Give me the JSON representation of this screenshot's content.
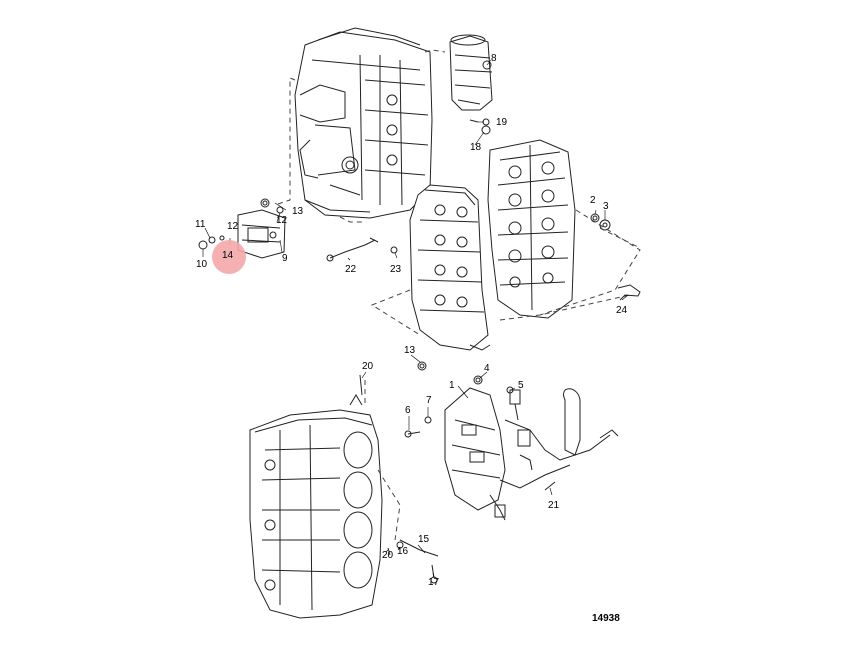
{
  "callouts": [
    {
      "id": "1",
      "label": "1"
    },
    {
      "id": "2",
      "label": "2"
    },
    {
      "id": "3",
      "label": "3"
    },
    {
      "id": "4",
      "label": "4"
    },
    {
      "id": "5",
      "label": "5"
    },
    {
      "id": "6",
      "label": "6"
    },
    {
      "id": "7",
      "label": "7"
    },
    {
      "id": "8",
      "label": "8"
    },
    {
      "id": "9",
      "label": "9"
    },
    {
      "id": "10",
      "label": "10"
    },
    {
      "id": "11",
      "label": "11"
    },
    {
      "id": "12a",
      "label": "12"
    },
    {
      "id": "12b",
      "label": "12"
    },
    {
      "id": "13a",
      "label": "13"
    },
    {
      "id": "13b",
      "label": "13"
    },
    {
      "id": "14",
      "label": "14"
    },
    {
      "id": "15",
      "label": "15"
    },
    {
      "id": "16",
      "label": "16"
    },
    {
      "id": "17",
      "label": "17"
    },
    {
      "id": "18",
      "label": "18"
    },
    {
      "id": "19",
      "label": "19"
    },
    {
      "id": "20a",
      "label": "20"
    },
    {
      "id": "20b",
      "label": "20"
    },
    {
      "id": "21",
      "label": "21"
    },
    {
      "id": "22",
      "label": "22"
    },
    {
      "id": "23",
      "label": "23"
    },
    {
      "id": "24",
      "label": "24"
    }
  ],
  "highlight": {
    "label": "14",
    "color": "#f4a8a8"
  },
  "figure_number": "14938"
}
